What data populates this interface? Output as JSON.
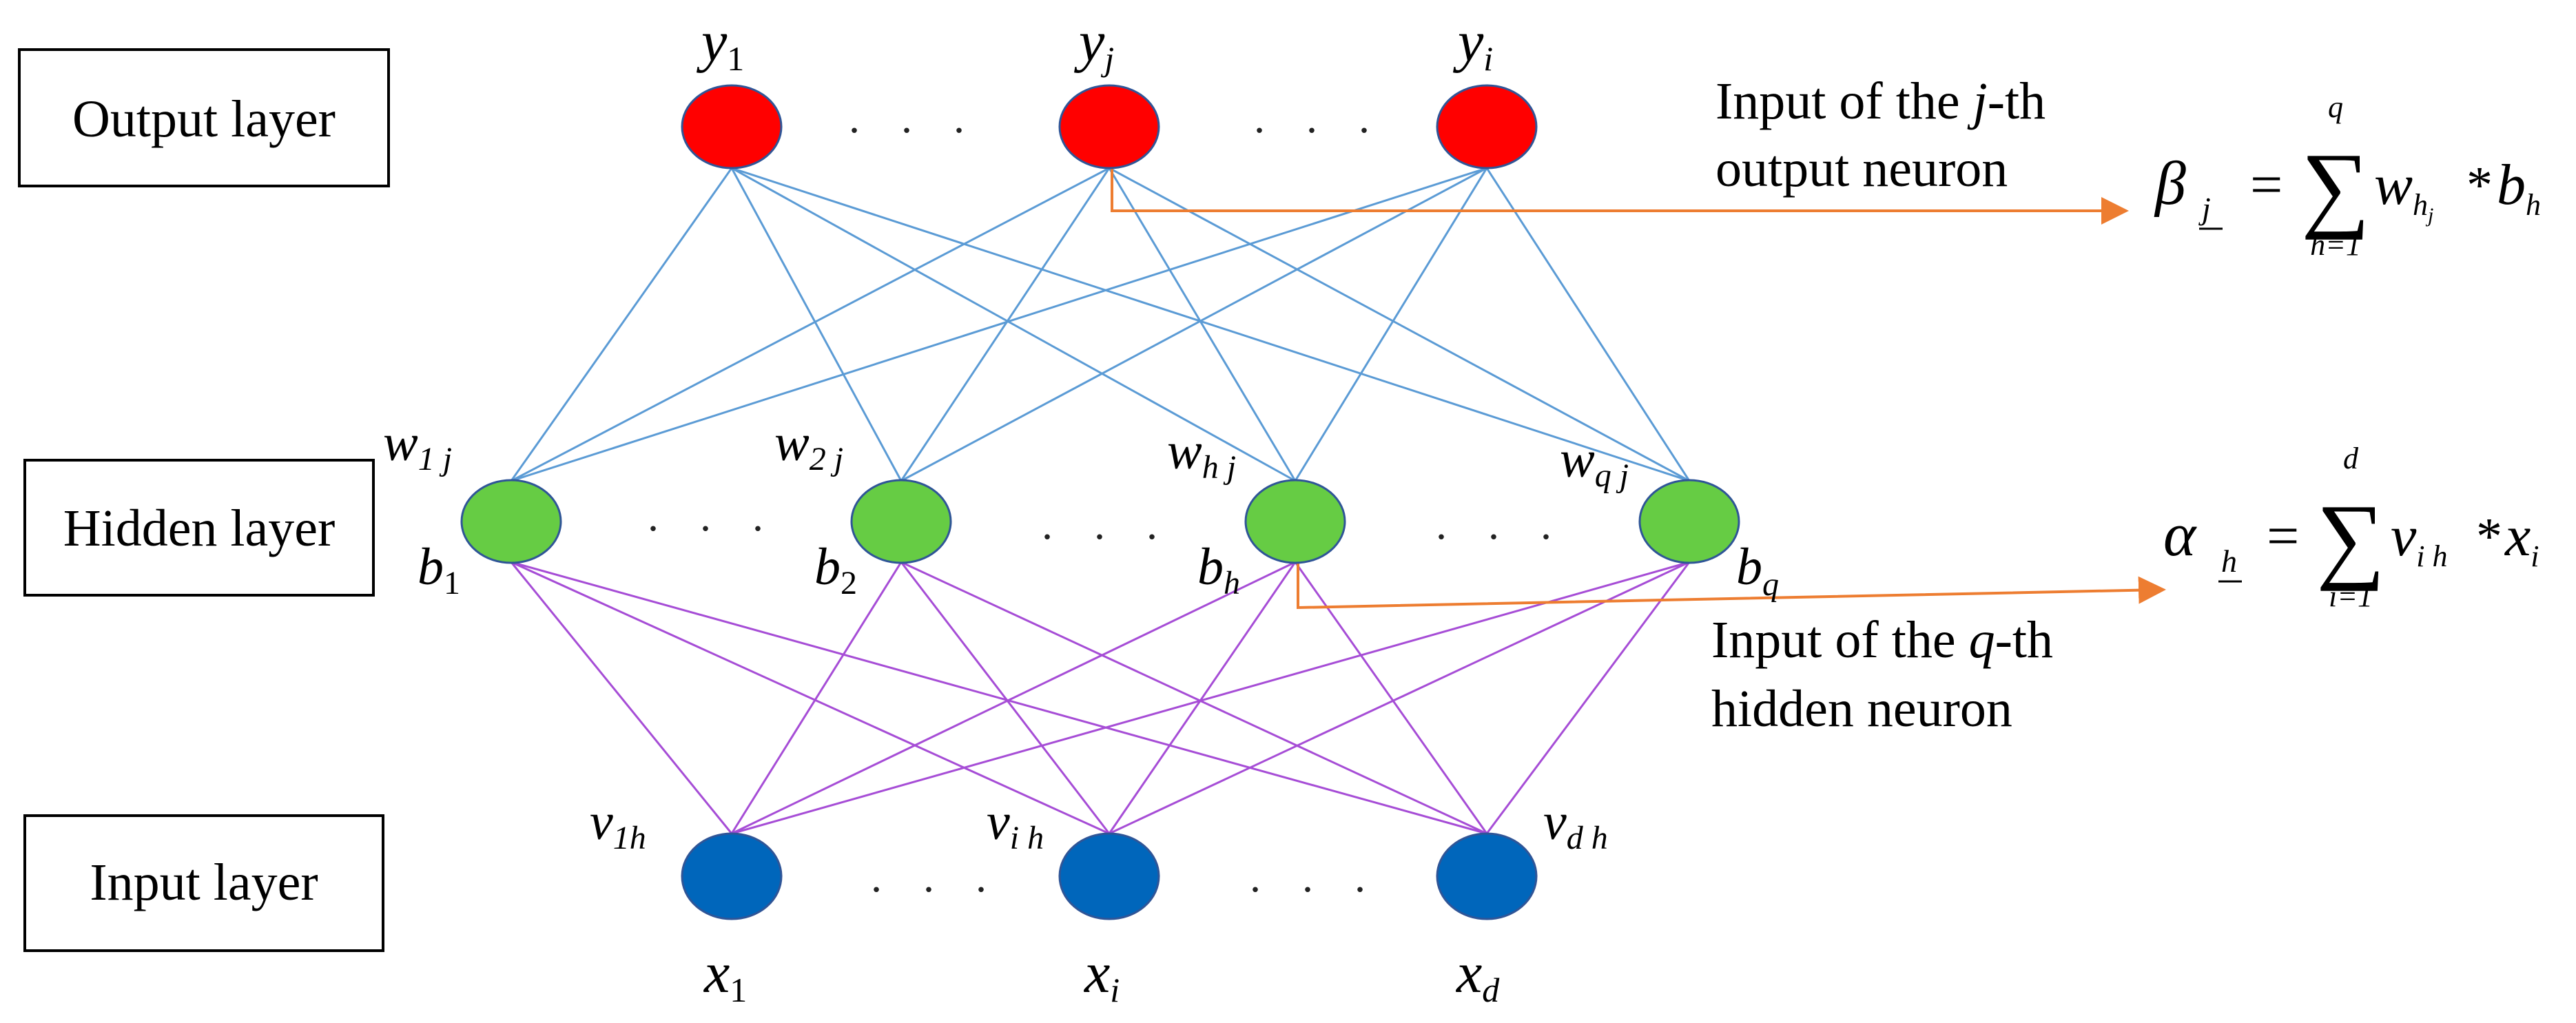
{
  "layers": {
    "output": "Output layer",
    "hidden": "Hidden layer",
    "input": "Input layer"
  },
  "dots": ". . .",
  "output_nodes": [
    {
      "name": "y",
      "sub": "1"
    },
    {
      "name": "y",
      "sub": "j"
    },
    {
      "name": "y",
      "sub": "i"
    }
  ],
  "hidden_nodes": [
    {
      "w": "w",
      "w_sub": "1 j",
      "b": "b",
      "b_sub": "1"
    },
    {
      "w": "w",
      "w_sub": "2 j",
      "b": "b",
      "b_sub": "2"
    },
    {
      "w": "w",
      "w_sub": "h j",
      "b": "b",
      "b_sub": "h"
    },
    {
      "w": "w",
      "w_sub": "q j",
      "b": "b",
      "b_sub": "q"
    }
  ],
  "input_nodes": [
    {
      "name": "x",
      "sub": "1",
      "v": "v",
      "v_sub": "1h"
    },
    {
      "name": "x",
      "sub": "i",
      "v": "v",
      "v_sub": "i h"
    },
    {
      "name": "x",
      "sub": "d",
      "v": "v",
      "v_sub": "d h"
    }
  ],
  "annotations": {
    "output_input": {
      "line1_pre": "Input of the ",
      "line1_var": "j",
      "line1_post": "-th",
      "line2": "output neuron"
    },
    "hidden_input": {
      "line1_pre": "Input of the ",
      "line1_var": "q",
      "line1_post": "-th",
      "line2": "hidden neuron"
    }
  },
  "formulas": {
    "beta": {
      "lhs": "β",
      "lhs_sub": "j",
      "eq": "=",
      "sigma": "∑",
      "upper": "q",
      "lower": "h=1",
      "w": "w",
      "w_sub": "h",
      "w_subsub": "j",
      "star": "*",
      "b": "b",
      "b_sub": "h"
    },
    "alpha": {
      "lhs": "α",
      "lhs_sub": "h",
      "eq": "=",
      "sigma": "∑",
      "upper": "d",
      "lower": "i=1",
      "v": "v",
      "v_sub": "i h",
      "star": "*",
      "x": "x",
      "x_sub": "i"
    }
  },
  "colors": {
    "output_node": "#ff0000",
    "hidden_node": "#66cc44",
    "input_node": "#0066bb",
    "node_stroke": "#2f5597",
    "edge_output_hidden": "#5b9bd5",
    "edge_hidden_input": "#a64dd6",
    "annotation_arrow": "#ed7d31"
  }
}
